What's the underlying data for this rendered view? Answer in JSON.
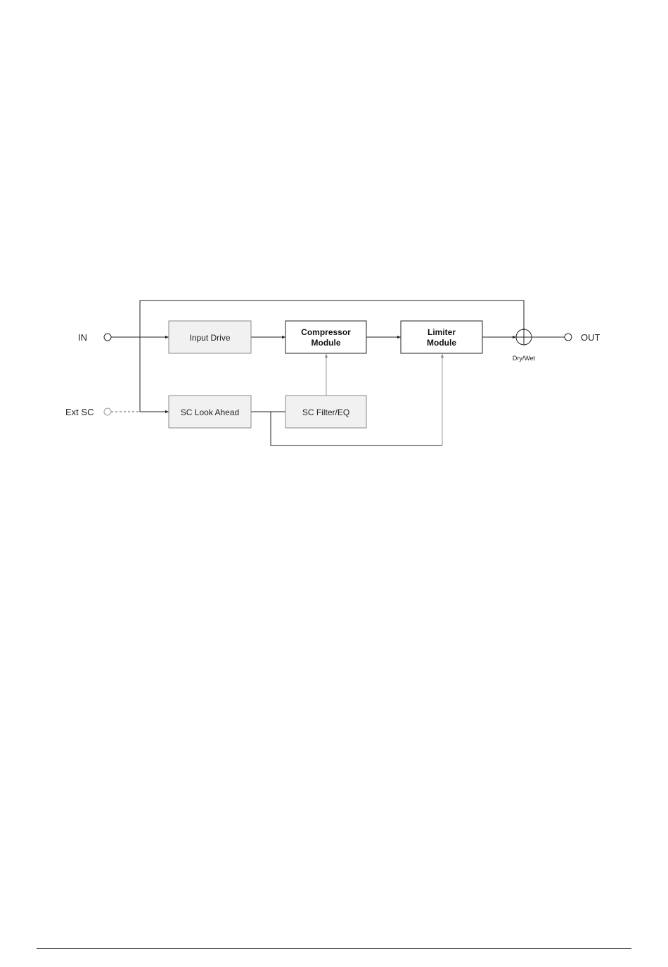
{
  "ports": {
    "in": "IN",
    "ext_sc": "Ext SC",
    "out": "OUT"
  },
  "blocks": {
    "input_drive": "Input Drive",
    "compressor": [
      "Compressor",
      "Module"
    ],
    "limiter": [
      "Limiter",
      "Module"
    ],
    "sc_look_ahead": "SC Look Ahead",
    "sc_filter_eq": "SC Filter/EQ"
  },
  "mixer": {
    "label": "Dry/Wet"
  }
}
